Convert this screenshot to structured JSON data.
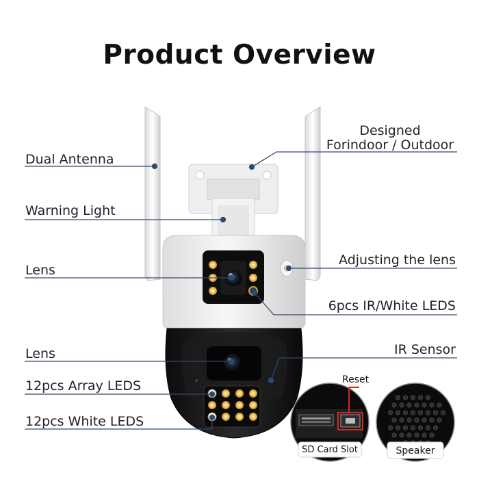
{
  "title": "Product Overview",
  "callouts": {
    "dual_antenna": "Dual Antenna",
    "warning_light": "Warning Light",
    "lens_top": "Lens",
    "lens_bottom": "Lens",
    "array_leds": "12pcs Array LEDS",
    "white_leds": "12pcs White LEDS",
    "designed_line1": "Designed",
    "designed_line2": "Forindoor / Outdoor",
    "adjusting_lens": "Adjusting the lens",
    "ir_white_leds": "6pcs IR/White LEDS",
    "ir_sensor": "IR Sensor"
  },
  "insets": {
    "sd_card": "SD Card Slot",
    "reset": "Reset",
    "speaker": "Speaker"
  },
  "colors": {
    "callout_line": "#2f4a6e",
    "reset_highlight": "#d9261c",
    "led_warm": "#f2c25a",
    "camera_black": "#141414",
    "housing_white": "#eeeeee"
  }
}
